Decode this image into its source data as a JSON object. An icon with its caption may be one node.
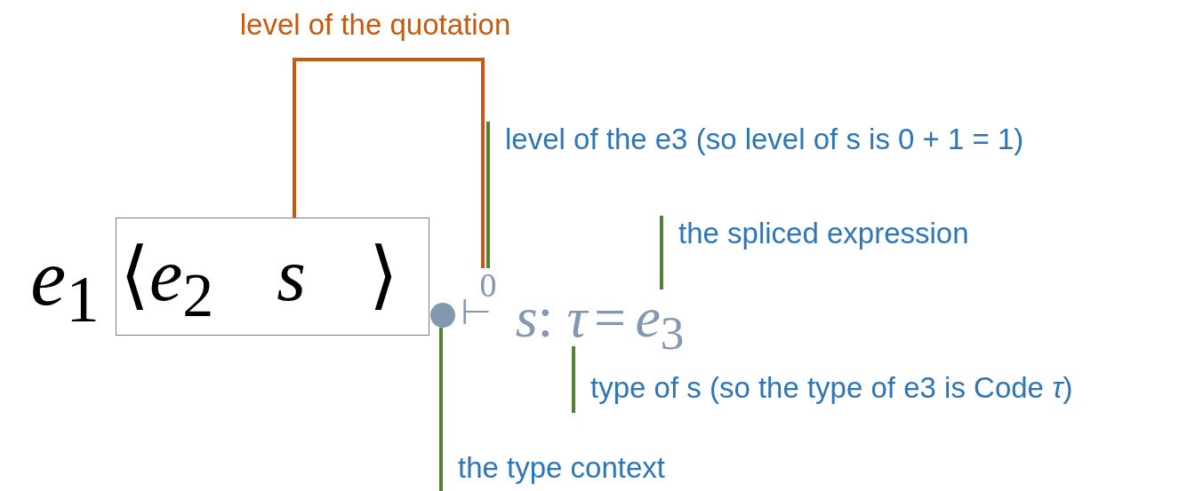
{
  "diagram": {
    "nodes": [
      {
        "text": [
          "⟨*e*$_{2}$ *s* ⟩"
        ]
      },
      {
        "text": [],
        "shape": "circle"
      },
      {
        "text": [
          "0"
        ]
      },
      {
        "text": [
          "*τ*"
        ]
      },
      {
        "text": [
          "*e*$_{3}$"
        ]
      },
      {
        "text": [
          "level of the quotation"
        ]
      },
      {
        "text": [
          "level of the e3 (so level of s is 0 + 1 = 1)"
        ]
      },
      {
        "text": [
          "the spliced expression"
        ]
      },
      {
        "text": [
          "type of s (so the type of e3 is Code *τ*)"
        ]
      },
      {
        "text": [
          "the type context"
        ]
      }
    ],
    "edges": [
      {
        "from": 5,
        "to": 0,
        "arrow": "none",
        "color": "#c55a11"
      },
      {
        "from": 5,
        "to": 2,
        "arrow": "none",
        "color": "#c55a11"
      },
      {
        "from": 6,
        "to": 2,
        "arrow": "none"
      },
      {
        "from": 7,
        "to": 4,
        "arrow": "none"
      },
      {
        "from": 8,
        "to": 3,
        "arrow": "none"
      },
      {
        "from": 9,
        "to": 1,
        "arrow": "none"
      }
    ],
    "labels": [
      "*e*$_{1}$",
      "⊢",
      "*s*:",
      "="
    ]
  }
}
